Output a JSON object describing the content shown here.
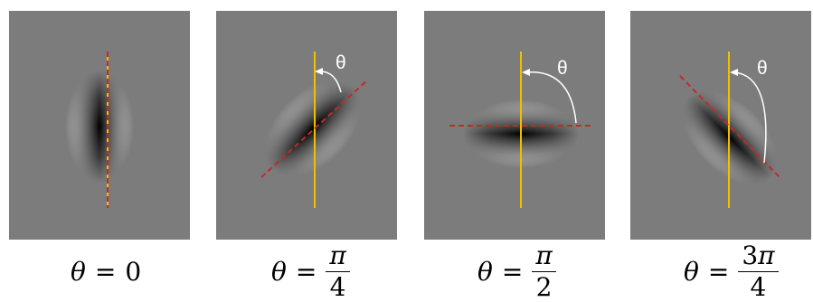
{
  "panels": [
    {
      "angle_deg": 0,
      "caption": {
        "var": "θ",
        "eq": "=",
        "value": "0"
      }
    },
    {
      "angle_deg": 45,
      "theta_label": "θ",
      "caption": {
        "var": "θ",
        "eq": "=",
        "num": "π",
        "den": "4"
      }
    },
    {
      "angle_deg": 90,
      "theta_label": "θ",
      "caption": {
        "var": "θ",
        "eq": "=",
        "num": "π",
        "den": "2"
      }
    },
    {
      "angle_deg": 135,
      "theta_label": "θ",
      "caption": {
        "var": "θ",
        "eq": "=",
        "num_coef": "3",
        "num": "π",
        "den": "4"
      }
    }
  ],
  "colors": {
    "background": "#7c7c7c",
    "vertical_axis": "#f0c000",
    "orientation_line": "#c62828",
    "arc": "#ffffff"
  }
}
